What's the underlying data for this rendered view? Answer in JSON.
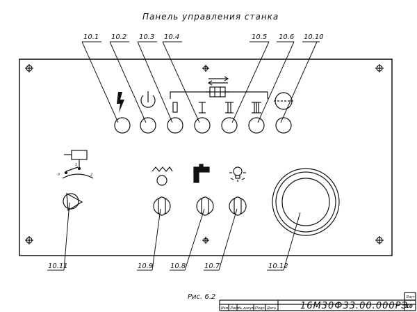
{
  "title": "Панель управления станка",
  "figure_caption": "Рис. 6.2",
  "callouts": {
    "c10_1": "10.1",
    "c10_2": "10.2",
    "c10_3": "10.3",
    "c10_4": "10.4",
    "c10_5": "10.5",
    "c10_6": "10.6",
    "c10_10": "10.10",
    "c10_11": "10.11",
    "c10_9": "10.9",
    "c10_8": "10.8",
    "c10_7": "10.7",
    "c10_12": "10.12"
  },
  "roman": {
    "r1": "I",
    "r2": "II",
    "r3": "III"
  },
  "switch_marks": {
    "m0": "0",
    "m1": "1",
    "m2": "2"
  },
  "title_block": {
    "doc_number": "16М30Ф33.00.000РЭ",
    "headers": [
      "Изм",
      "Лист",
      "№ докум.",
      "Подп.",
      "Дата"
    ],
    "sheet_label": "Лист",
    "sheet_number": "10"
  },
  "icons": [
    "lightning-icon",
    "power-icon",
    "coolant-tap-icon",
    "lamp-icon",
    "wave-icon"
  ]
}
